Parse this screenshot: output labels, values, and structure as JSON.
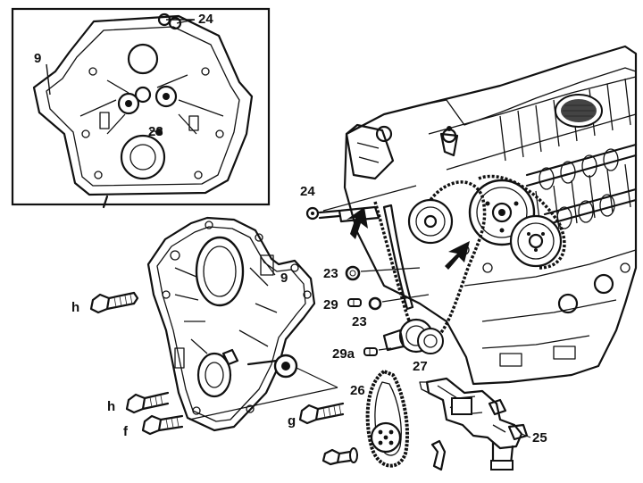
{
  "labels": {
    "inset_9": "9",
    "inset_24": "24",
    "inset_23": "23",
    "cover_9": "9",
    "bolt_h_upper": "h",
    "bolt_h_lower": "h",
    "bolt_f": "f",
    "bolt_g": "g",
    "seal_26": "26",
    "part_24": "24",
    "part_23_upper": "23",
    "part_29": "29",
    "part_23_lower": "23",
    "part_29a": "29a",
    "part_27": "27",
    "part_25": "25"
  }
}
